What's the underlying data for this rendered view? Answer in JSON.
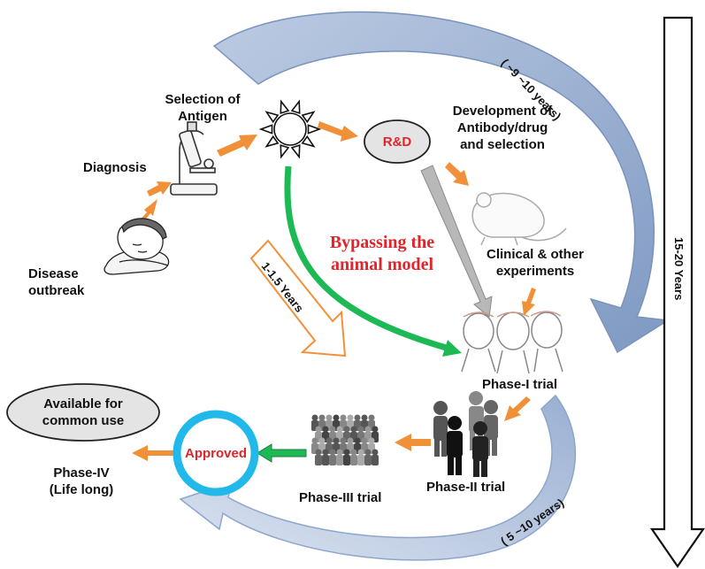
{
  "labels": {
    "disease_outbreak": "Disease\noutbreak",
    "diagnosis": "Diagnosis",
    "selection_of_antigen": "Selection of\nAntigen",
    "rnd": "R&D",
    "development": "Development of\nAntibody/drug\nand selection",
    "bypassing": "Bypassing the\nanimal model",
    "clinical": "Clinical & other\nexperiments",
    "phase1": "Phase-I trial",
    "phase2": "Phase-II trial",
    "phase3": "Phase-III trial",
    "approved": "Approved",
    "phase4": "Phase-IV\n(Life long)",
    "available": "Available for\ncommon use",
    "years_9_10": "( ~9 ~10 years)",
    "years_1_15": "1-1.5 Years",
    "years_15_20": "15-20 Years",
    "years_5_10": "( 5 ~10 years)"
  },
  "colors": {
    "orange_arrow": "#f0913a",
    "green_arrow": "#1db954",
    "blue_arc": "#8ea6cc",
    "grey_arrow": "#b8b8b8",
    "approved_ring": "#21b8ea",
    "red_text": "#e0242a",
    "ellipse_fill": "#e4e4e4"
  },
  "icons": [
    "sick-person-icon",
    "microscope-icon",
    "antigen-sun-icon",
    "mouse-icon",
    "people-trial-icon",
    "silhouette-group-icon",
    "crowd-icon"
  ]
}
